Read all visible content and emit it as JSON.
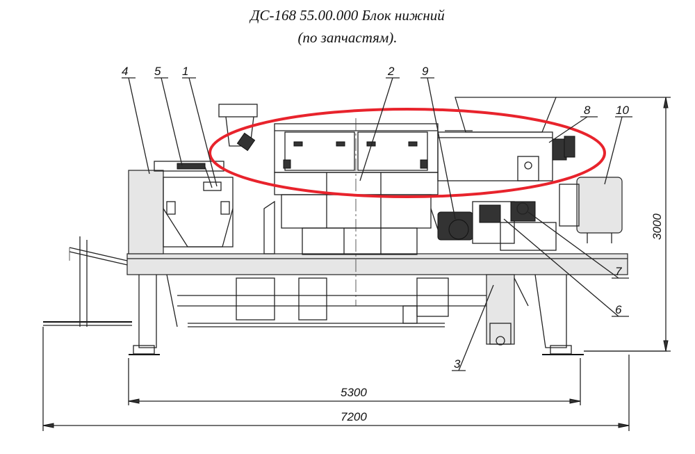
{
  "title": {
    "line1": "ДС-168 55.00.000 Блок нижний",
    "line2": "(по запчастям)."
  },
  "callouts": [
    {
      "id": "4",
      "label": "4"
    },
    {
      "id": "5",
      "label": "5"
    },
    {
      "id": "1",
      "label": "1"
    },
    {
      "id": "2",
      "label": "2"
    },
    {
      "id": "9",
      "label": "9"
    },
    {
      "id": "8",
      "label": "8"
    },
    {
      "id": "10",
      "label": "10"
    },
    {
      "id": "7",
      "label": "7"
    },
    {
      "id": "6",
      "label": "6"
    },
    {
      "id": "3",
      "label": "3"
    }
  ],
  "dimensions": {
    "width_inner": "5300",
    "width_total": "7200",
    "height": "3000"
  },
  "highlight": {
    "color": "#e8232c",
    "shape": "ellipse"
  }
}
